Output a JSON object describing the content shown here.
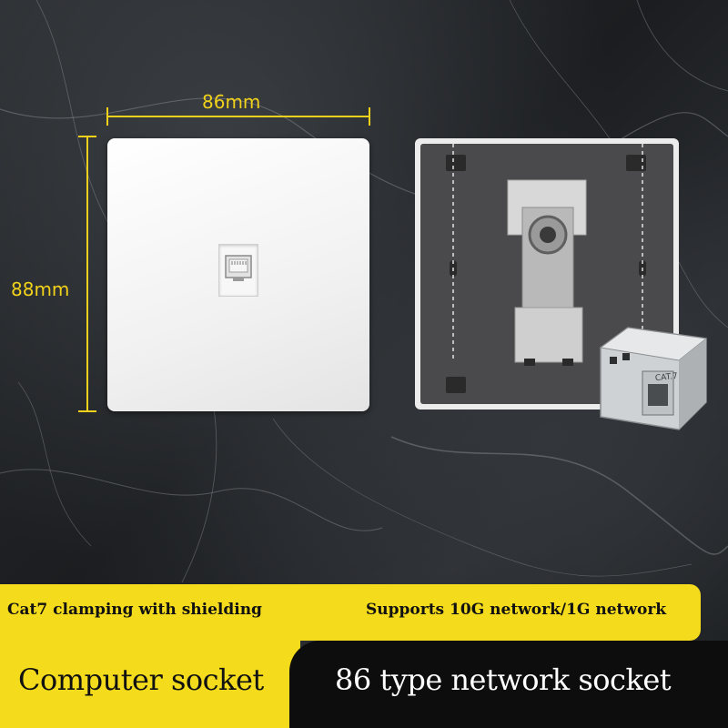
{
  "dimensions": {
    "width_label": "86mm",
    "height_label": "88mm"
  },
  "features": {
    "clamping": "Cat7 clamping with shielding",
    "network": "Supports 10G network/1G network"
  },
  "product": {
    "name_left": "Computer socket",
    "name_right": "86 type network socket"
  },
  "module": {
    "marking": "CAT.7"
  },
  "colors": {
    "accent_yellow": "#f4dc1c",
    "band_black": "#0d0d0d",
    "faceplate_white": "#f1f1f1"
  }
}
